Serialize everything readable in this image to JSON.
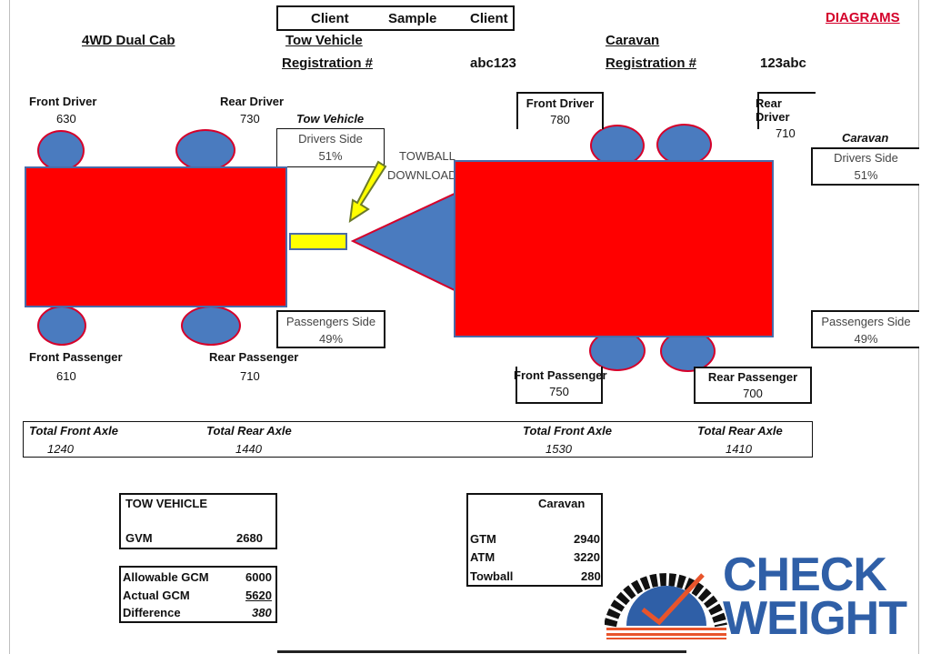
{
  "header": {
    "client_label": "Client",
    "client_value": "Sample",
    "client_label2": "Client",
    "diagrams_link": "DIAGRAMS"
  },
  "tow_vehicle": {
    "type": "4WD Dual Cab",
    "title": "Tow Vehicle",
    "reg_label": "Registration #",
    "reg_value": "abc123",
    "front_driver_label": "Front Driver",
    "front_driver_value": "630",
    "rear_driver_label": "Rear Driver",
    "rear_driver_value": "730",
    "front_passenger_label": "Front Passenger",
    "front_passenger_value": "610",
    "rear_passenger_label": "Rear Passenger",
    "rear_passenger_value": "710",
    "side_title": "Tow Vehicle",
    "drivers_side_label": "Drivers Side",
    "drivers_side_pct": "51%",
    "passengers_side_label": "Passengers Side",
    "passengers_side_pct": "49%",
    "total_front_axle_label": "Total Front Axle",
    "total_front_axle_value": "1240",
    "total_rear_axle_label": "Total Rear Axle",
    "total_rear_axle_value": "1440"
  },
  "towball": {
    "label1": "TOWBALL",
    "label2": "DOWNLOAD"
  },
  "caravan": {
    "title": "Caravan",
    "reg_label": "Registration #",
    "reg_value": "123abc",
    "front_driver_label": "Front Driver",
    "front_driver_value": "780",
    "rear_driver_label": "Rear Driver",
    "rear_driver_value": "710",
    "front_passenger_label": "Front Passenger",
    "front_passenger_value": "750",
    "rear_passenger_label": "Rear Passenger",
    "rear_passenger_value": "700",
    "side_title": "Caravan",
    "drivers_side_label": "Drivers Side",
    "drivers_side_pct": "51%",
    "passengers_side_label": "Passengers Side",
    "passengers_side_pct": "49%",
    "total_front_axle_label": "Total Front Axle",
    "total_front_axle_value": "1530",
    "total_rear_axle_label": "Total Rear Axle",
    "total_rear_axle_value": "1410"
  },
  "tow_summary": {
    "title": "TOW VEHICLE",
    "gvm_label": "GVM",
    "gvm_value": "2680"
  },
  "gcm_summary": {
    "allowable_label": "Allowable GCM",
    "allowable_value": "6000",
    "actual_label": "Actual GCM",
    "actual_value": "5620",
    "difference_label": "Difference",
    "difference_value": "380"
  },
  "caravan_summary": {
    "title": "Caravan",
    "gtm_label": "GTM",
    "gtm_value": "2940",
    "atm_label": "ATM",
    "atm_value": "3220",
    "towball_label": "Towball",
    "towball_value": "280"
  },
  "logo": {
    "line1": "CHECK",
    "line2": "WEIGHT"
  },
  "colors": {
    "body_red": "#ff0000",
    "tyre_blue": "#4a7bbf",
    "tyre_outline": "#d6002a",
    "hitch_yellow": "#ffff00",
    "logo_blue": "#2f5fa7",
    "logo_orange": "#e8542b"
  }
}
